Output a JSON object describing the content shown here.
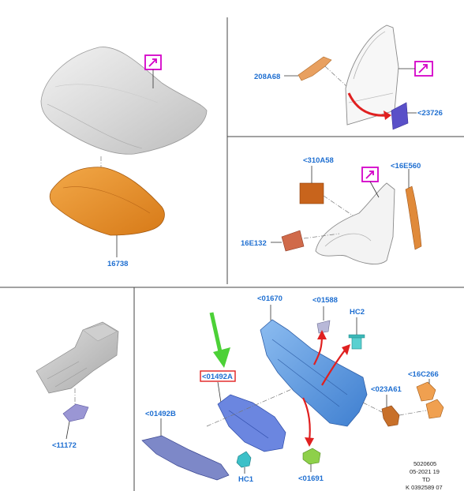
{
  "labels": {
    "hood_insulator": "16738",
    "door_bracket": "208A68",
    "door_panel": "<23726",
    "fender_block": "<310A58",
    "fender_seal": "<16E560",
    "fender_pad": "16E132",
    "console_part": "<11172",
    "dash_panel": "<01670",
    "bracket_01588": "<01588",
    "clip_hc2": "HC2",
    "insulator_01492a": "<01492A",
    "insulator_01492b": "<01492B",
    "bracket_023a61": "<023A61",
    "bracket_16c266": "<16C266",
    "clip_hc1": "HC1",
    "bracket_01691": "<01691"
  },
  "reference": {
    "code": "5020605",
    "date": "05-2021 19",
    "initials": "TD",
    "drawing_no": "K 0392589 07"
  },
  "colors": {
    "label_blue": "#1f6fd1",
    "magenta_box": "#d400c8",
    "highlight_red": "#e02020",
    "arrow_green": "#4cd137",
    "insulator_orange": "#e8902a",
    "panel_blue": "#5b9ae0",
    "door_purple": "#5a50c8"
  },
  "icons": [
    "view-link-icon",
    "view-link-icon",
    "view-link-icon"
  ]
}
